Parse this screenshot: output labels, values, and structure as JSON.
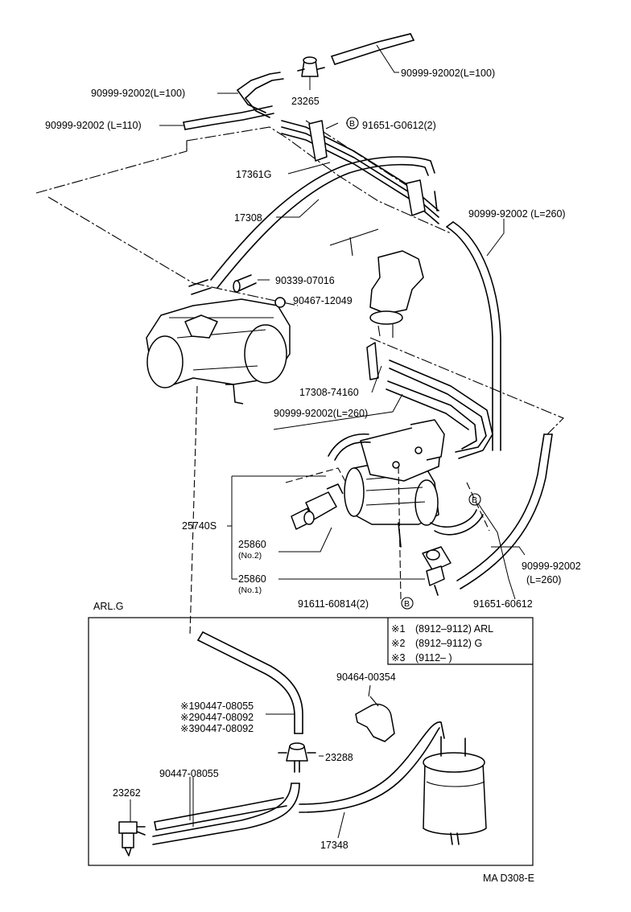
{
  "labels": {
    "hose_top_right": "90999-92002(L=100)",
    "hose_top_left": "90999-92002(L=100)",
    "vsv_top": "23265",
    "hose_l110": "90999-92002 (L=110)",
    "bolt_b_top": "91651-G0612(2)",
    "bracket_17361g": "17361G",
    "hose_17308": "17308",
    "hose_right_l260": "90999-92002 (L=260)",
    "part_90339": "90339-07016",
    "part_90467": "90467-12049",
    "part_17308_74160": "17308-74160",
    "hose_mid_l260": "90999-92002(L=260)",
    "assy_25740s": "25740S",
    "vsv_no2_num": "25860",
    "vsv_no2_sub": "(No.2)",
    "vsv_no1_num": "25860",
    "vsv_no1_sub": "(No.1)",
    "hose_lower_right": "90999-92002",
    "hose_lower_right_len": "(L=260)",
    "bolt_91611": "91611-60814(2)",
    "bolt_91651": "91651-60612",
    "section_title": "ARL.G",
    "legend_row1_num": "※1",
    "legend_row1_text": "(8912–9112) ARL",
    "legend_row2_num": "※2",
    "legend_row2_text": "(8912–9112) G",
    "legend_row3_num": "※3",
    "legend_row3_text": "(9112–          )",
    "clamp_90464": "90464-00354",
    "hose_var1": "※190447-08055",
    "hose_var2": "※290447-08092",
    "hose_var3": "※390447-08092",
    "vsv_23288": "23288",
    "hose_90447": "90447-08055",
    "sensor_23262": "23262",
    "hose_17348": "17348",
    "diagram_code": "MA D308-E"
  },
  "bolt_marker": "B"
}
